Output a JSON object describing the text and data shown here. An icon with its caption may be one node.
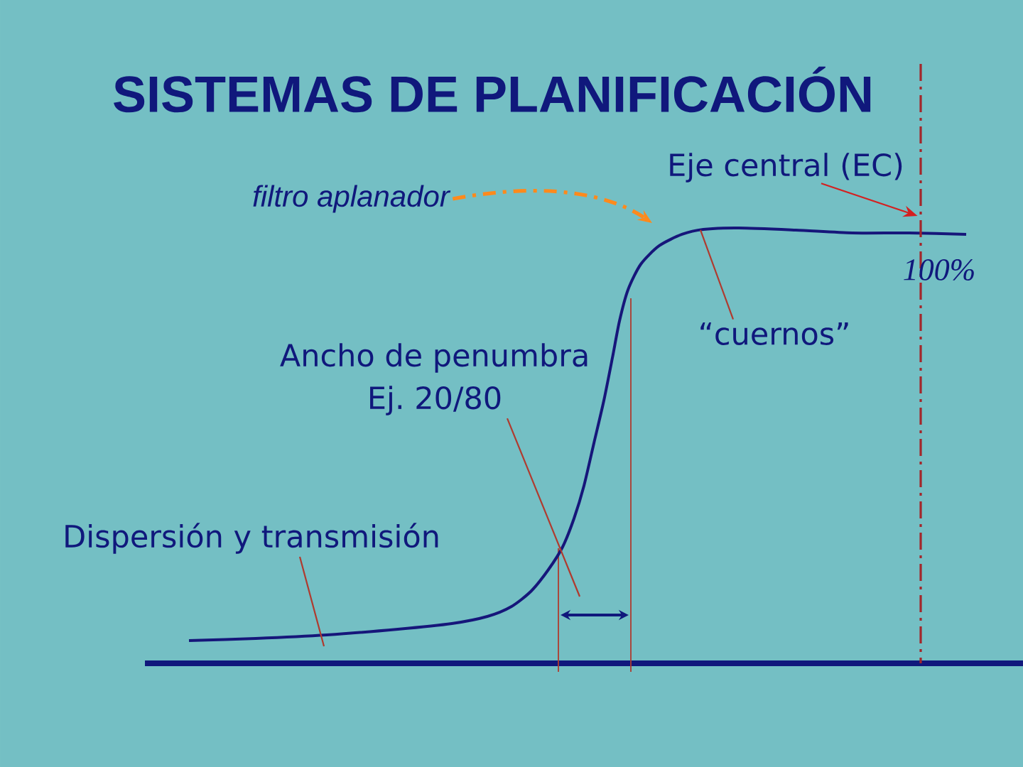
{
  "diagram": {
    "title": "SISTEMAS DE PLANIFICACIÓN",
    "nodes": [
      {
        "text": [
          "filtro aplanador"
        ]
      },
      {
        "text": [
          "Eje central (EC)"
        ]
      },
      {
        "text": [],
        "shape": "line"
      },
      {
        "text": [
          "“cuernos”"
        ]
      },
      {
        "text": [
          "Ancho de penumbra Ej. 20/80"
        ]
      },
      {
        "text": [
          "Dispersión y transmisión"
        ]
      }
    ],
    "edges": [
      {
        "from": 0,
        "to": null,
        "arrow": "to",
        "style": "dashed",
        "color": "#ff8a1c"
      },
      {
        "from": 1,
        "to": 2,
        "arrow": "to",
        "color": "#d42020"
      },
      {
        "from": 3,
        "to": null,
        "arrow": "none"
      },
      {
        "from": 4,
        "to": null,
        "arrow": "none"
      },
      {
        "from": 5,
        "to": null,
        "arrow": "none"
      }
    ],
    "labels": [
      "100%"
    ]
  }
}
